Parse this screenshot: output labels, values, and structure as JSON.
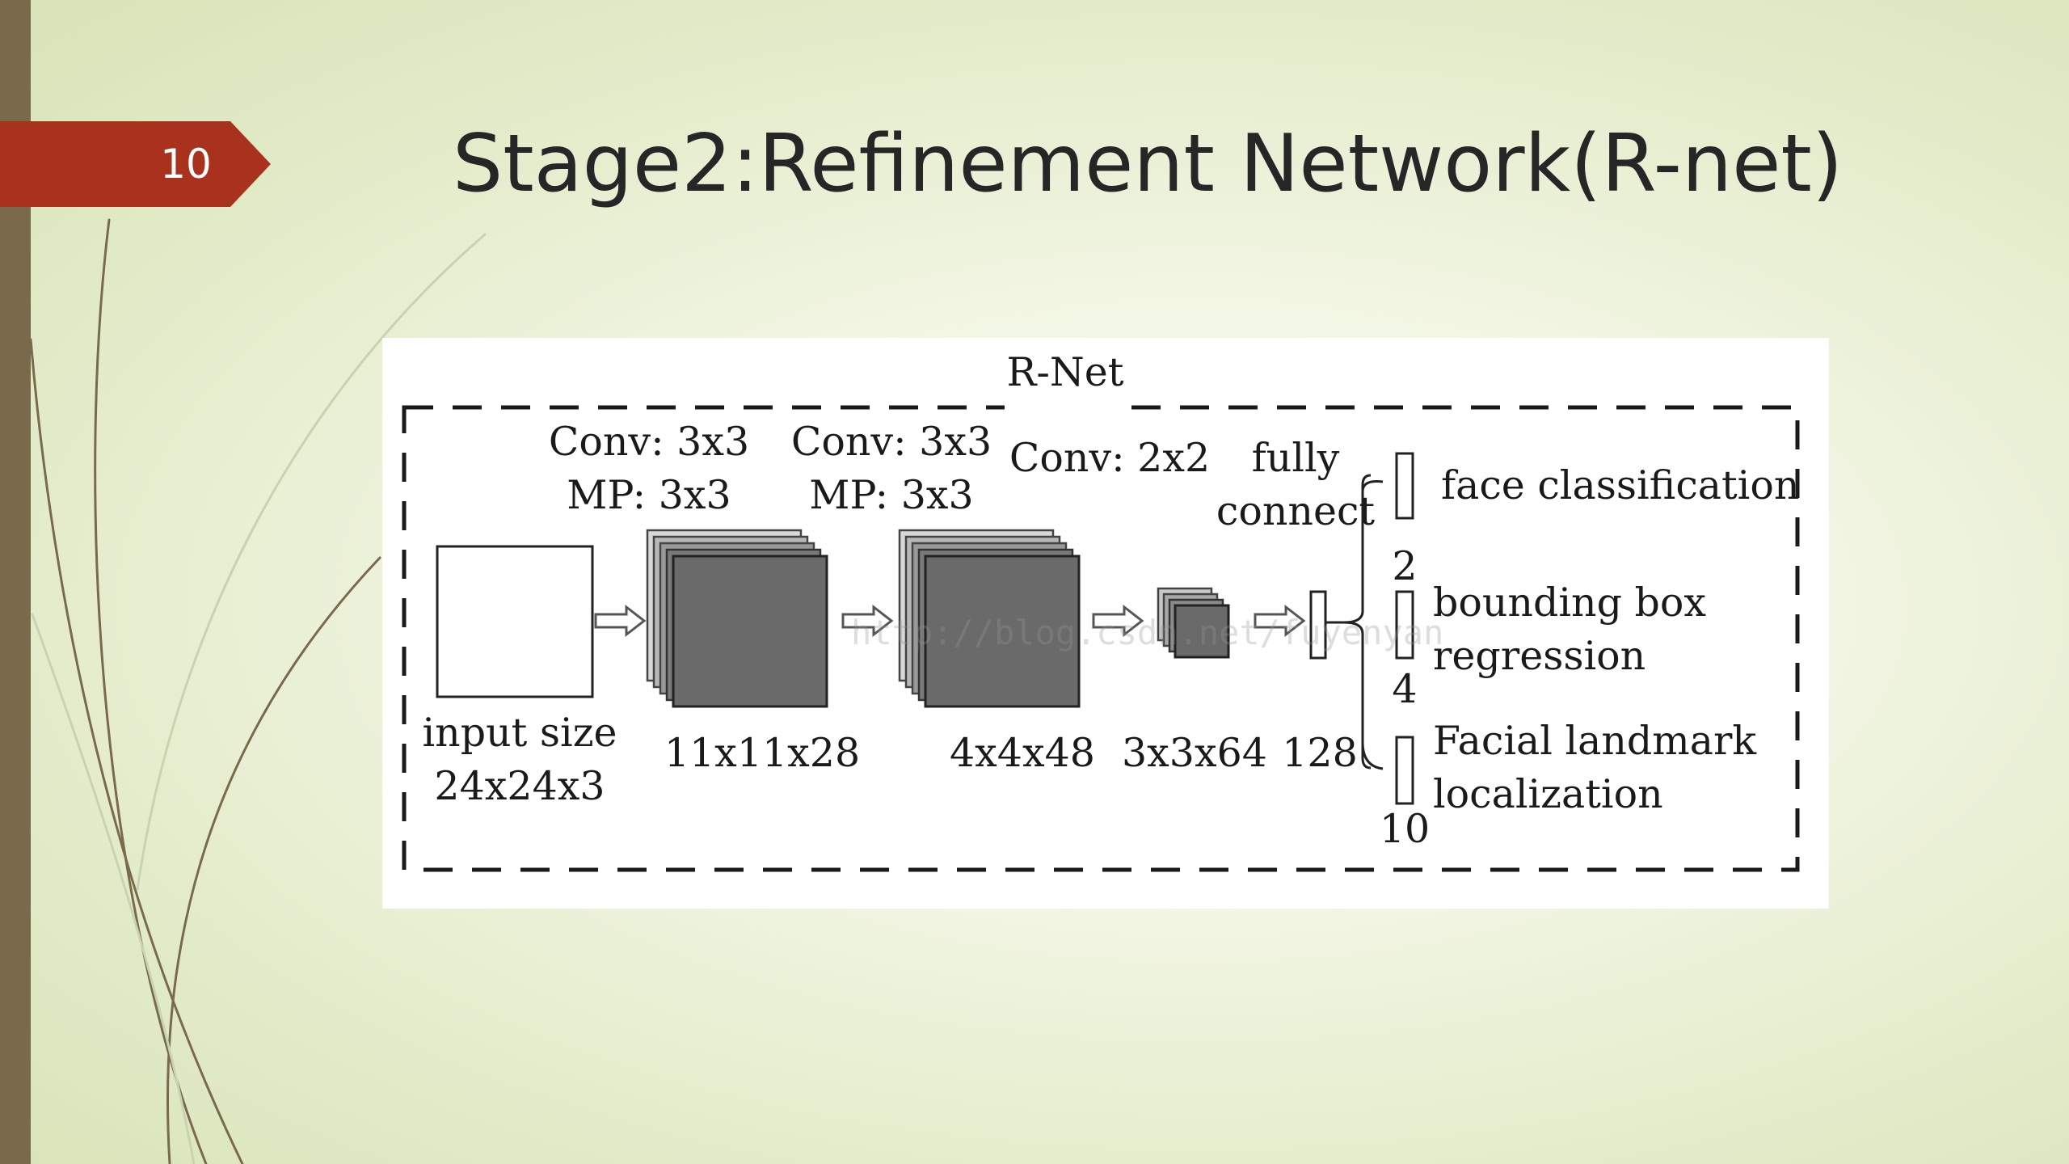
{
  "slide": {
    "number": "10",
    "title": "Stage2:Refinement Network(R-net)",
    "accent_color": "#a8321e",
    "bar_color": "#7a6a4c"
  },
  "diagram": {
    "title": "R-Net",
    "layers": [
      {
        "id": "input",
        "label": "input size\n24x24x3"
      },
      {
        "id": "conv1",
        "op": "Conv: 3x3\nMP: 3x3",
        "label": "11x11x28"
      },
      {
        "id": "conv2",
        "op": "Conv: 3x3\nMP: 3x3",
        "label": "4x4x48"
      },
      {
        "id": "conv3",
        "op": "Conv: 2x2",
        "label": "3x3x64"
      },
      {
        "id": "fc",
        "op": "fully\nconnect",
        "label": "128"
      }
    ],
    "outputs": [
      {
        "id": "face-classification",
        "label": "face classification",
        "size": "2"
      },
      {
        "id": "bounding-box-regression",
        "label": "bounding box\nregression",
        "size": "4"
      },
      {
        "id": "facial-landmark-localization",
        "label": "Facial landmark\nlocalization",
        "size": "10"
      }
    ],
    "watermark": "http://blog.csdn.net/fuyenyan"
  }
}
